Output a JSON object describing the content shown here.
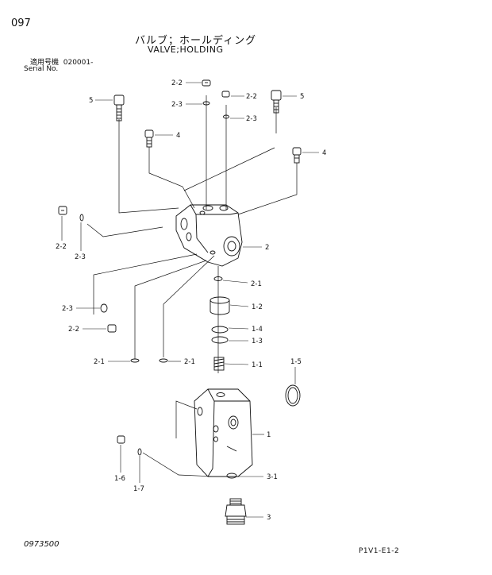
{
  "header": {
    "page_number": "097",
    "title_ja": "バルブ；ホールディング",
    "title_en": "VALVE;HOLDING",
    "serial_label_ja": "適用号機",
    "serial_label_en": "Serial No.",
    "serial_value": "020001-"
  },
  "footer": {
    "drawing_number": "0973500",
    "sheet_code": "P1V1-E1-2"
  },
  "callouts": {
    "top_plug_left": "2-2",
    "top_oring_left": "2-3",
    "top_plug_right": "2-2",
    "top_oring_right": "2-3",
    "bolt_left": "5",
    "bolt_right": "5",
    "screw_left": "4",
    "screw_right": "4",
    "side_plug": "2-2",
    "side_oring": "2-3",
    "housing": "2",
    "oring_2_1_right": "2-1",
    "piston": "1-2",
    "ring_1_4": "1-4",
    "ring_1_3": "1-3",
    "lower_oring_left": "2-3",
    "lower_plug_left": "2-2",
    "oring_2_1_a": "2-1",
    "oring_2_1_b": "2-1",
    "spring": "1-1",
    "big_oring": "1-5",
    "valve_body": "1",
    "body_plug": "1-6",
    "body_oring": "1-7",
    "fitting_oring": "3-1",
    "fitting": "3"
  }
}
